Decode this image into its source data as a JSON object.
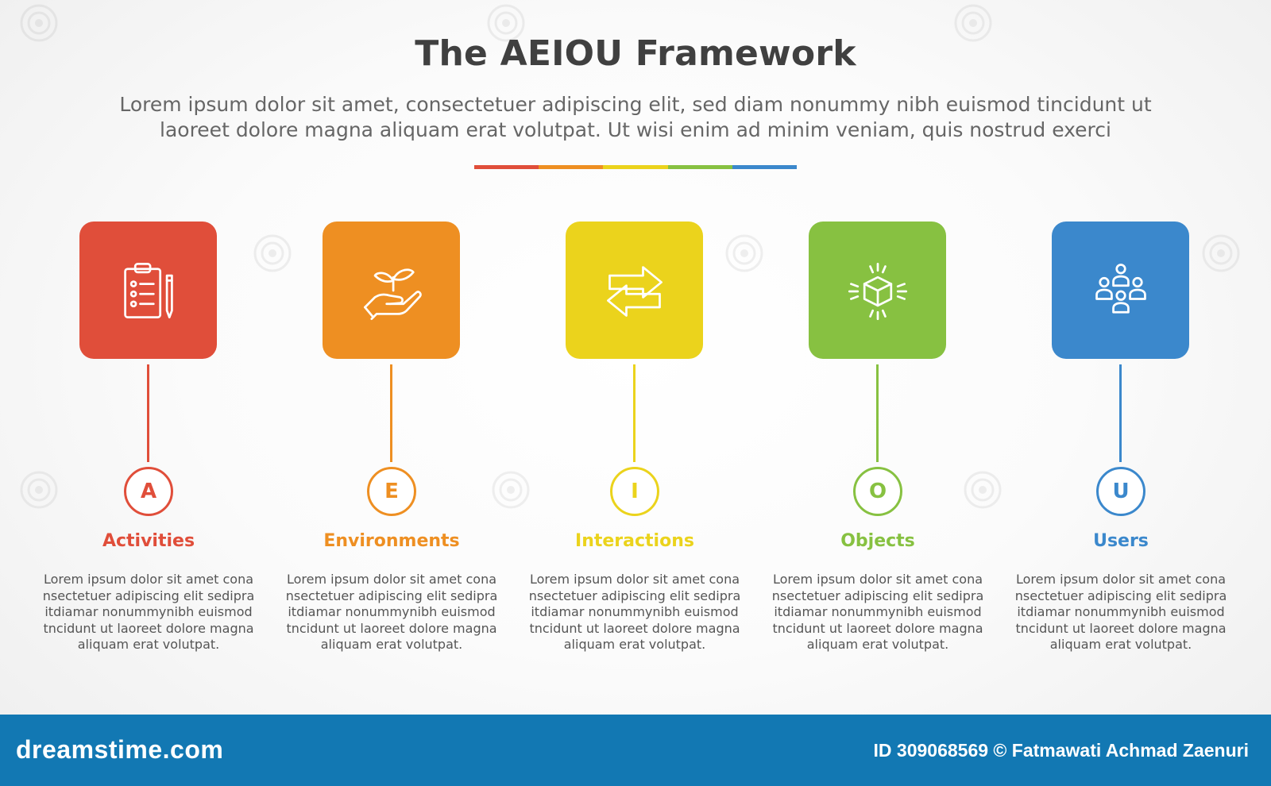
{
  "title": "The AEIOU Framework",
  "subtitle": [
    "Lorem ipsum dolor sit amet, consectetuer adipiscing elit, sed diam nonummy nibh euismod tincidunt ut",
    "laoreet dolore magna aliquam erat volutpat. Ut wisi enim ad minim veniam, quis nostrud exerci"
  ],
  "divider_colors": [
    "#e04e3a",
    "#ee8f22",
    "#ebd31c",
    "#87c141",
    "#3b88cc"
  ],
  "items": [
    {
      "letter": "A",
      "label": "Activities",
      "color": "#e04e3a",
      "icon": "clipboard-icon",
      "description": [
        "Lorem ipsum dolor sit amet cona",
        "nsectetuer adipiscing elit sedipra",
        "itdiamar nonummynibh euismod",
        "tncidunt ut laoreet dolore magna",
        "aliquam erat volutpat."
      ]
    },
    {
      "letter": "E",
      "label": "Environments",
      "color": "#ee8f22",
      "icon": "hand-plant-icon",
      "description": [
        "Lorem ipsum dolor sit amet cona",
        "nsectetuer adipiscing elit sedipra",
        "itdiamar nonummynibh euismod",
        "tncidunt ut laoreet dolore magna",
        "aliquam erat volutpat."
      ]
    },
    {
      "letter": "I",
      "label": "Interactions",
      "color": "#ebd31c",
      "icon": "exchange-arrows-icon",
      "description": [
        "Lorem ipsum dolor sit amet cona",
        "nsectetuer adipiscing elit sedipra",
        "itdiamar nonummynibh euismod",
        "tncidunt ut laoreet dolore magna",
        "aliquam erat volutpat."
      ]
    },
    {
      "letter": "O",
      "label": "Objects",
      "color": "#87c141",
      "icon": "cube-icon",
      "description": [
        "Lorem ipsum dolor sit amet cona",
        "nsectetuer adipiscing elit sedipra",
        "itdiamar nonummynibh euismod",
        "tncidunt ut laoreet dolore magna",
        "aliquam erat volutpat."
      ]
    },
    {
      "letter": "U",
      "label": "Users",
      "color": "#3b88cc",
      "icon": "users-group-icon",
      "description": [
        "Lorem ipsum dolor sit amet cona",
        "nsectetuer adipiscing elit sedipra",
        "itdiamar nonummynibh euismod",
        "tncidunt ut laoreet dolore magna",
        "aliquam erat volutpat."
      ]
    }
  ],
  "footer": {
    "brand": "dreamstime.com",
    "credit": "ID 309068569 © Fatmawati  Achmad Zaenuri",
    "background": "#1278b3"
  }
}
